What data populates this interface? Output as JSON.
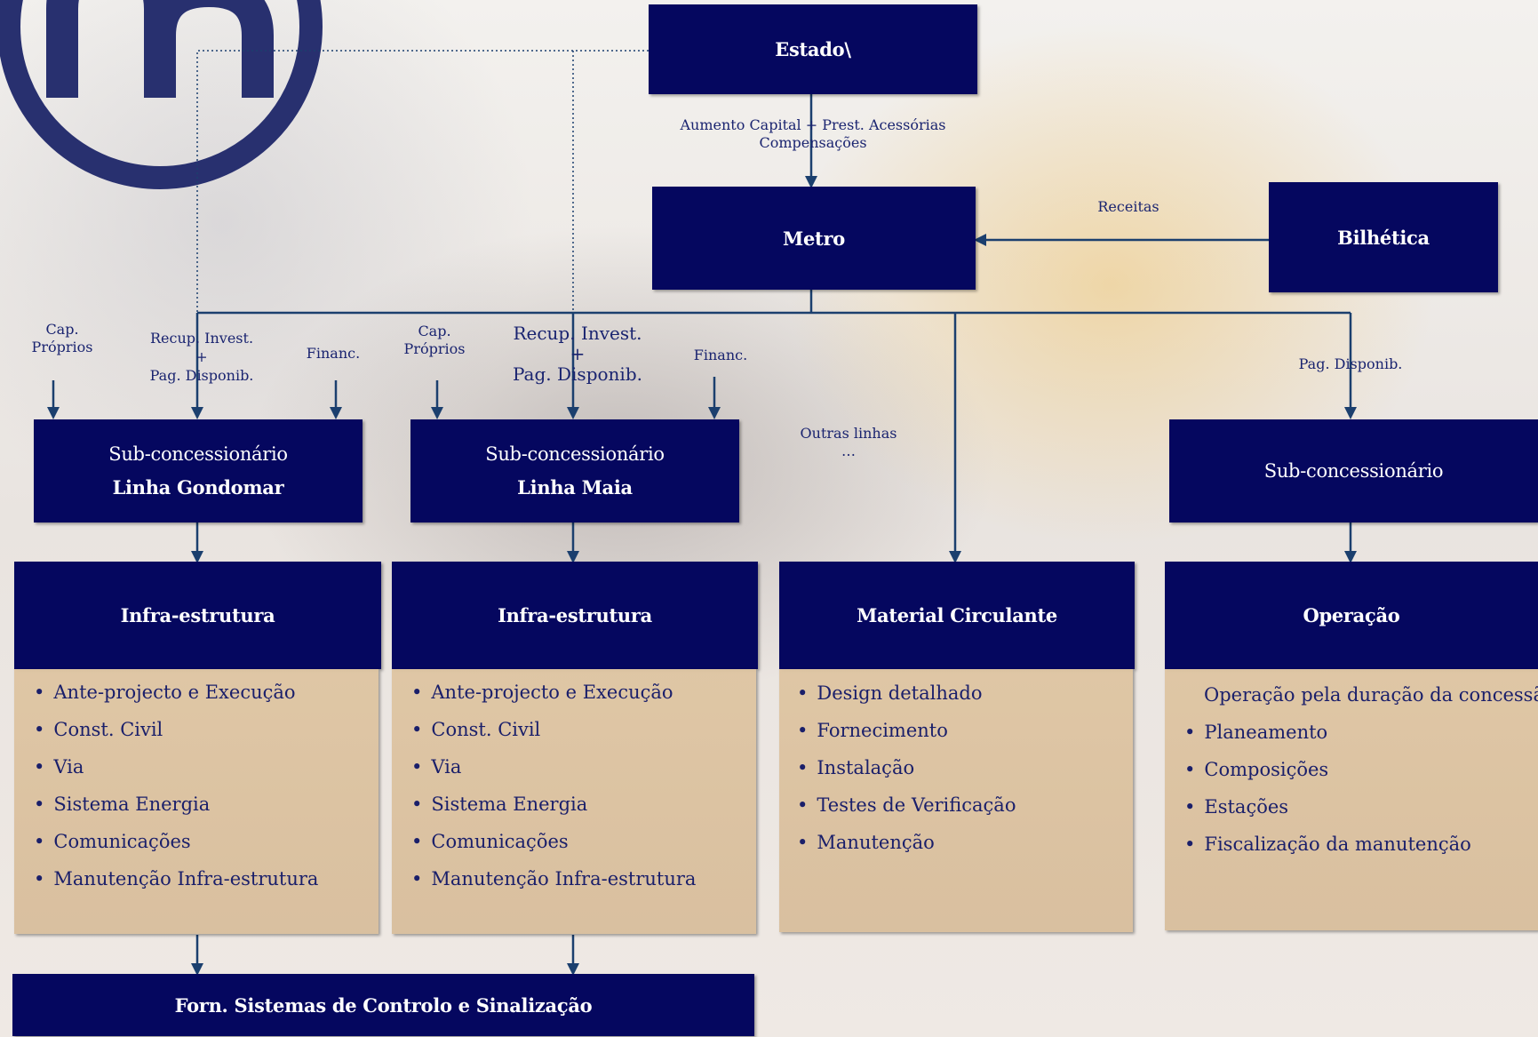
{
  "colors": {
    "box": "#05075f",
    "connector": "#1b3f6e",
    "panel": "#dcc29e",
    "logo": "#28306f"
  },
  "logo": {
    "icon": "metro-logo-icon"
  },
  "boxes": {
    "estado": "Estado\\",
    "metro": "Metro",
    "bilhetica": "Bilhética",
    "sub_gondomar": {
      "line1": "Sub-concessionário",
      "line2": "Linha Gondomar"
    },
    "sub_maia": {
      "line1": "Sub-concessionário",
      "line2": "Linha Maia"
    },
    "sub_operacao": {
      "line1": "Sub-concessionário"
    },
    "infra1": "Infra-estrutura",
    "infra2": "Infra-estrutura",
    "material": "Material Circulante",
    "operacao": "Operação",
    "forn": "Forn. Sistemas de Controlo e Sinalização"
  },
  "labels": {
    "aumento": {
      "line1": "Aumento Capital + Prest. Acessórias",
      "line2": "Compensações"
    },
    "receitas": "Receitas",
    "g_cap": {
      "line1": "Cap.",
      "line2": "Próprios"
    },
    "g_recup": {
      "line1": "Recup. Invest.",
      "line2": "+",
      "line3": "Pag. Disponib."
    },
    "g_financ": "Financ.",
    "m_cap": {
      "line1": "Cap.",
      "line2": "Próprios"
    },
    "m_recup": {
      "line1": "Recup. Invest.",
      "line2": "+",
      "line3": "Pag. Disponib."
    },
    "m_financ": "Financ.",
    "outras": {
      "line1": "Outras linhas",
      "line2": "…"
    },
    "pag_disponib": "Pag. Disponib."
  },
  "panels": {
    "infra1": [
      "Ante-projecto e Execução",
      "Const. Civil",
      "Via",
      "Sistema Energia",
      "Comunicações",
      "Manutenção Infra-estrutura"
    ],
    "infra2": [
      "Ante-projecto e Execução",
      "Const. Civil",
      "Via",
      "Sistema Energia",
      "Comunicações",
      "Manutenção Infra-estrutura"
    ],
    "material": [
      "Design detalhado",
      "Fornecimento",
      "Instalação",
      "Testes de Verificação",
      "Manutenção"
    ],
    "operacao_intro": "Operação pela duração da concessão",
    "operacao": [
      "Planeamento",
      "Composições",
      "Estações",
      "Fiscalização da manutenção"
    ]
  }
}
